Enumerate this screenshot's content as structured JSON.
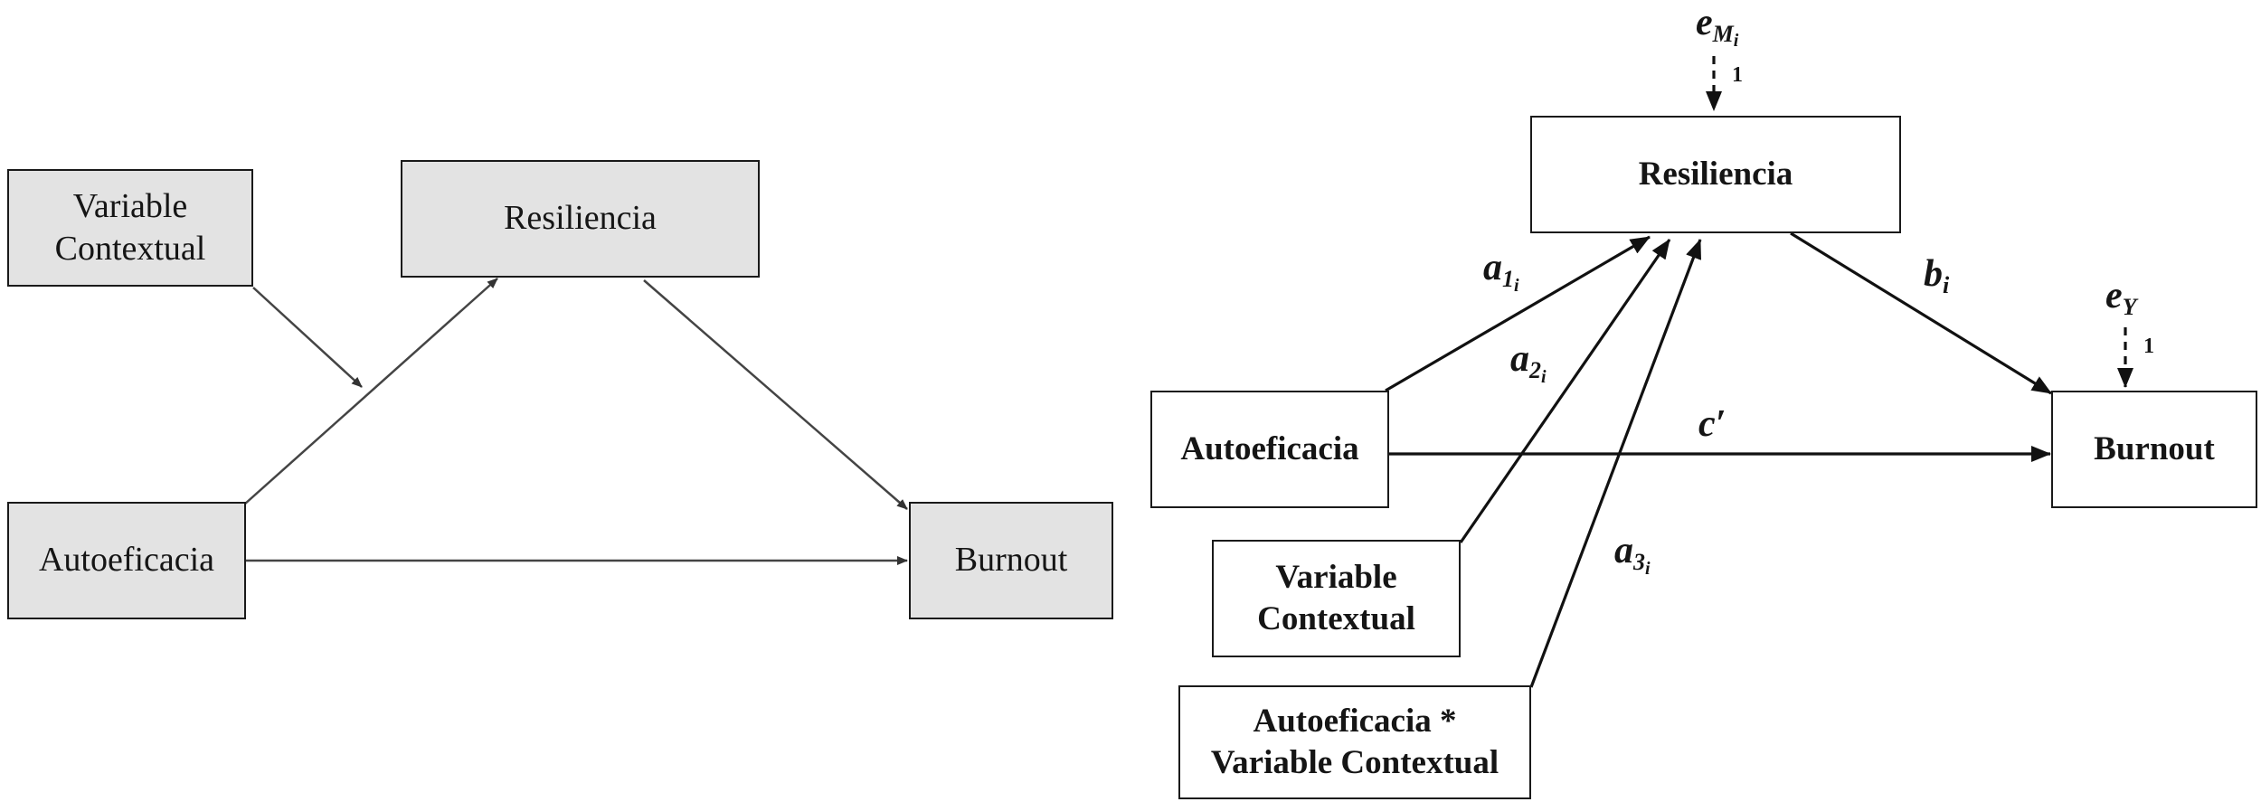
{
  "left_model": {
    "variable_contextual": "Variable\nContextual",
    "resiliencia": "Resiliencia",
    "autoeficacia": "Autoeficacia",
    "burnout": "Burnout"
  },
  "right_model": {
    "resiliencia": "Resiliencia",
    "autoeficacia": "Autoeficacia",
    "burnout": "Burnout",
    "variable_contextual": "Variable\nContextual",
    "interaccion": "Autoeficacia *\nVariable Contextual",
    "labels": {
      "e_m_base": "e",
      "e_m_sub": "M",
      "e_m_subsub": "i",
      "e_y_base": "e",
      "e_y_sub": "Y",
      "a1_base": "a",
      "a1_sub": "1",
      "a1_subsub": "i",
      "a2_base": "a",
      "a2_sub": "2",
      "a2_subsub": "i",
      "a3_base": "a",
      "a3_sub": "3",
      "a3_subsub": "i",
      "b_base": "b",
      "b_sub": "i",
      "c_prime": "c′",
      "error_loading_m": "1",
      "error_loading_y": "1"
    }
  }
}
